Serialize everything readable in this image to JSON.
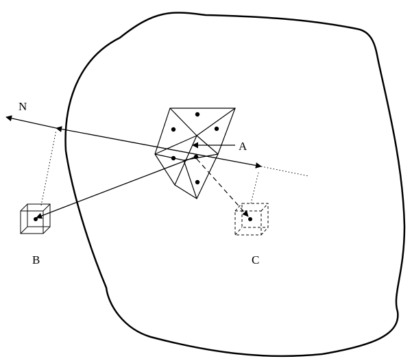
{
  "labels": {
    "n": "N",
    "a": "A",
    "b": "B",
    "c": "C"
  },
  "colors": {
    "stroke": "#000000",
    "background": "#ffffff"
  }
}
